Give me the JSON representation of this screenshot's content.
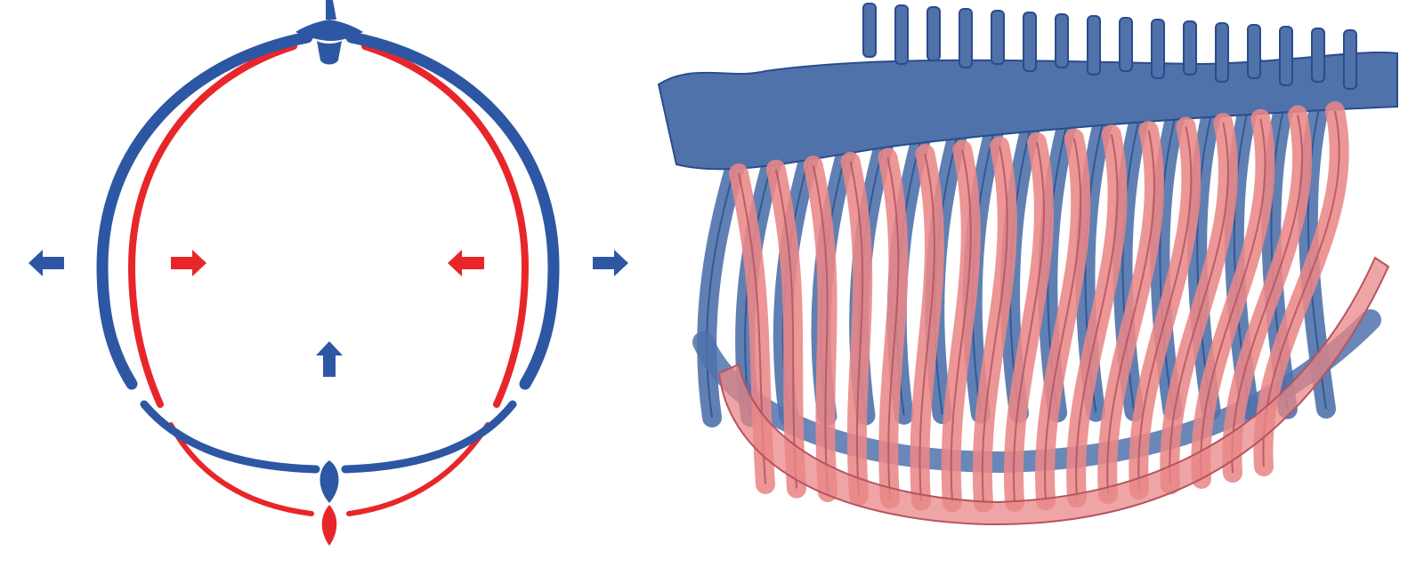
{
  "colors": {
    "blue": "#2d57a3",
    "red": "#e8262a",
    "rib_blue_fill": "#4f72ab",
    "rib_blue_stroke": "#2a4c8c",
    "rib_red_fill": "#e98787",
    "rib_red_stroke": "#b55460",
    "background": "#ffffff"
  },
  "left_panel": {
    "arrows": [
      {
        "name": "left-outward-arrow",
        "color": "blue",
        "direction": "left"
      },
      {
        "name": "left-inward-arrow",
        "color": "red",
        "direction": "right"
      },
      {
        "name": "right-inward-arrow",
        "color": "red",
        "direction": "left"
      },
      {
        "name": "right-outward-arrow",
        "color": "blue",
        "direction": "right"
      },
      {
        "name": "sternum-up-arrow",
        "color": "blue",
        "direction": "up"
      }
    ]
  },
  "right_panel": {
    "blue_rib_count": 17,
    "red_rib_count": 17
  }
}
